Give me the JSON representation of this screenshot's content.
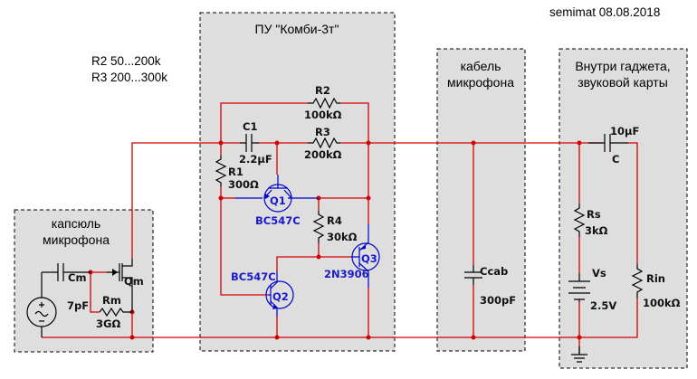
{
  "header": {
    "signature": "semimat 08.08.2018",
    "notes": [
      "R2  50...200k",
      "R3  200...300k"
    ]
  },
  "blocks": {
    "capsule": {
      "title_lines": [
        "капсюль",
        "микрофона"
      ]
    },
    "preamp": {
      "title": "ПУ  \"Комби-3т\""
    },
    "cable": {
      "title_lines": [
        "кабель",
        "микрофона"
      ]
    },
    "gadget": {
      "title_lines": [
        "Внутри гаджета,",
        "звуковой карты"
      ]
    }
  },
  "components": {
    "Cm": {
      "name": "Cm",
      "value": "7pF"
    },
    "Rm": {
      "name": "Rm",
      "value": "3GΩ"
    },
    "Qm": {
      "name": "Qm"
    },
    "C1": {
      "name": "C1",
      "value": "2.2µF"
    },
    "R1": {
      "name": "R1",
      "value": "300Ω"
    },
    "R2": {
      "name": "R2",
      "value": "100kΩ"
    },
    "R3": {
      "name": "R3",
      "value": "200kΩ"
    },
    "R4": {
      "name": "R4",
      "value": "30kΩ"
    },
    "Q1": {
      "name": "Q1",
      "model": "BC547C"
    },
    "Q2": {
      "name": "Q2",
      "model": "BC547C"
    },
    "Q3": {
      "name": "Q3",
      "model": "2N3906"
    },
    "Ccab": {
      "name": "Ccab",
      "value": "300pF"
    },
    "C": {
      "name": "C",
      "value": "10µF"
    },
    "Rs": {
      "name": "Rs",
      "value": "3kΩ"
    },
    "Vs": {
      "name": "Vs",
      "value": "2.5V"
    },
    "Rin": {
      "name": "Rin",
      "value": "100kΩ"
    }
  },
  "colors": {
    "wire": "#d40000",
    "transistor": "#0000cc",
    "block_fill": "#dedede"
  }
}
